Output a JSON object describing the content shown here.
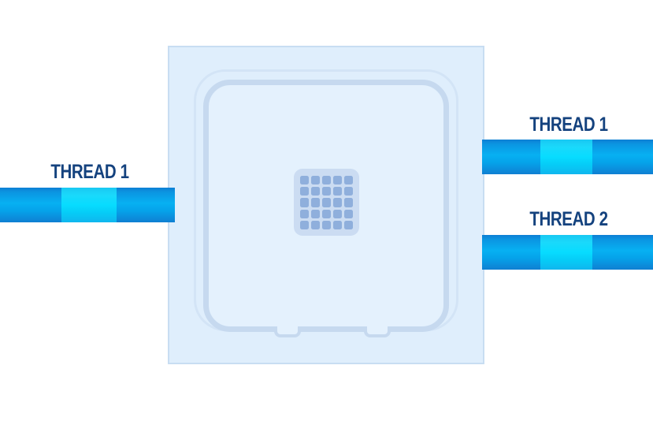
{
  "diagram": {
    "title_hidden": "",
    "background_color": "#ffffff",
    "label_color": "#14427e",
    "cpu": {
      "name": "cpu-processor",
      "body_color": "#dfeefc",
      "border_color": "#c8ddf2",
      "frame_color": "#c6d9ef",
      "die_color": "#cbdcf2",
      "core_color": "#8fafdc",
      "core_grid_rows": 5,
      "core_grid_cols": 5,
      "notch_count": 2
    },
    "threads": {
      "input": [
        {
          "id": "thread-left",
          "label": "THREAD 1",
          "side": "left",
          "bar_color": "#07b0f2",
          "segment_color": "#07dcff"
        }
      ],
      "output": [
        {
          "id": "thread-right-1",
          "label": "THREAD 1",
          "side": "right",
          "bar_color": "#07b0f2",
          "segment_color": "#07dcff"
        },
        {
          "id": "thread-right-2",
          "label": "THREAD 2",
          "side": "right",
          "bar_color": "#07b0f2",
          "segment_color": "#07dcff"
        }
      ]
    }
  }
}
